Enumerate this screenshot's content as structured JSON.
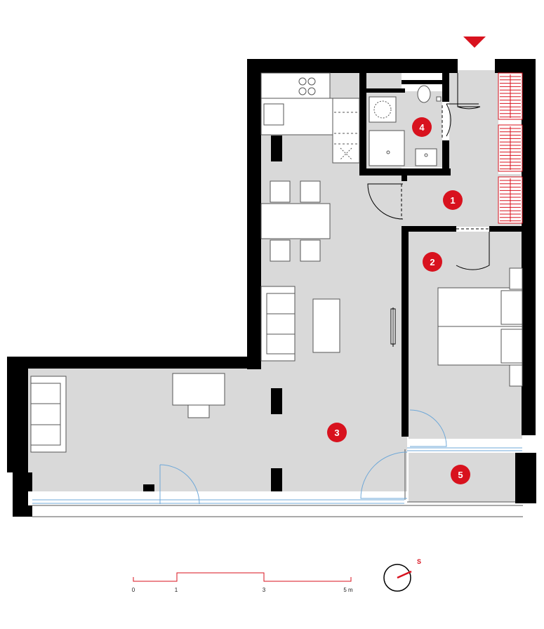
{
  "accent_color": "#d8121e",
  "floor_color": "#d9d9d9",
  "wall_color": "#000000",
  "glass_color": "#6fa8d8",
  "rooms": [
    {
      "id": "1",
      "label": "1"
    },
    {
      "id": "2",
      "label": "2"
    },
    {
      "id": "3",
      "label": "3"
    },
    {
      "id": "4",
      "label": "4"
    },
    {
      "id": "5",
      "label": "5"
    }
  ],
  "scale": {
    "ticks": [
      "0",
      "1",
      "3",
      "5 m"
    ]
  },
  "compass": {
    "label": "S"
  },
  "entrance_marker": "triangle-down-icon"
}
